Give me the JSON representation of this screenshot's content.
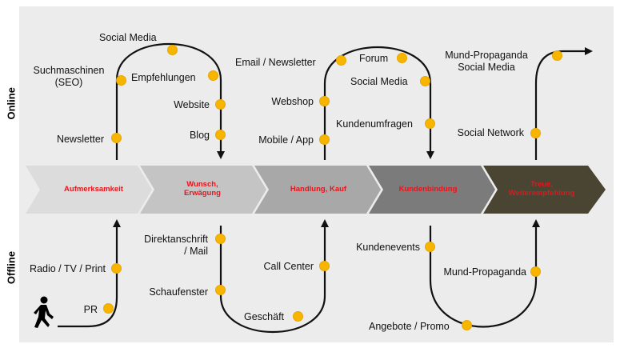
{
  "side_labels": {
    "online": "Online",
    "offline": "Offline"
  },
  "stages": [
    {
      "label": "Aufmerksamkeit",
      "fill": "#dcdcdc"
    },
    {
      "label": "Wunsch,\nErwägung",
      "fill": "#c4c4c4"
    },
    {
      "label": "Handlung, Kauf",
      "fill": "#a8a8a8"
    },
    {
      "label": "Kundenbindung",
      "fill": "#7b7b7b"
    },
    {
      "label": "Treue,\nWeiterempfehlung",
      "fill": "#4a4533"
    }
  ],
  "touchpoints": {
    "newsletter": "Newsletter",
    "suchmaschinen": "Suchmaschinen\n(SEO)",
    "social_media_1": "Social Media",
    "empfehlungen": "Empfehlungen",
    "website": "Website",
    "blog": "Blog",
    "email_newsletter": "Email / Newsletter",
    "webshop": "Webshop",
    "mobile_app": "Mobile / App",
    "forum": "Forum",
    "social_media_2": "Social Media",
    "kundenumfragen": "Kundenumfragen",
    "mund_social": "Mund-Propaganda\nSocial Media",
    "social_network": "Social Network",
    "radio_tv_print": "Radio / TV / Print",
    "pr": "PR",
    "direktanschrift": "Direktanschrift\n/ Mail",
    "schaufenster": "Schaufenster",
    "call_center": "Call Center",
    "geschaeft": "Geschäft",
    "kundenevents": "Kundenevents",
    "angebote_promo": "Angebote / Promo",
    "mund_propaganda": "Mund-Propaganda"
  },
  "colors": {
    "dot": "#f7b500",
    "path": "#111111",
    "stage_text": "#e8141b",
    "background": "#ececec"
  },
  "icons": {
    "walker": "walking-person-icon"
  }
}
